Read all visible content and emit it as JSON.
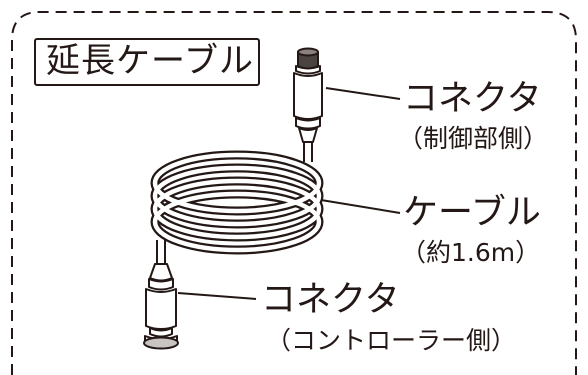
{
  "title": "延長ケーブル",
  "labels": {
    "connector_top": "コネクタ",
    "connector_top_note": "（制御部側）",
    "cable": "ケーブル",
    "cable_note": "（約1.6m）",
    "connector_bottom": "コネクタ",
    "connector_bottom_note": "（コントローラー側）"
  },
  "colors": {
    "ink": "#231815",
    "background": "#ffffff"
  }
}
